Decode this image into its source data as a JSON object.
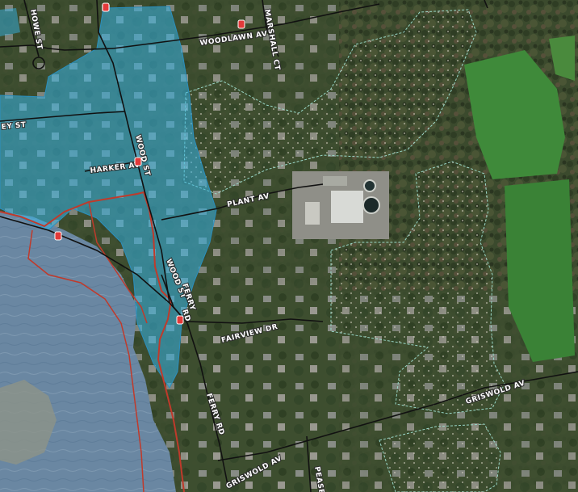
{
  "map": {
    "street_labels": [
      {
        "key": "howe",
        "text": "HOWE ST"
      },
      {
        "key": "woodlawn",
        "text": "WOODLAWN AV"
      },
      {
        "key": "marshall",
        "text": "MARSHALL CT"
      },
      {
        "key": "ey",
        "text": "EY ST"
      },
      {
        "key": "harker",
        "text": "HARKER AV"
      },
      {
        "key": "wood_vert",
        "text": "WOOD ST"
      },
      {
        "key": "plant",
        "text": "PLANT AV"
      },
      {
        "key": "wood_lower",
        "text": "WOOD ST"
      },
      {
        "key": "ferry_top",
        "text": "FERRY"
      },
      {
        "key": "ferry_rd",
        "text": "RD"
      },
      {
        "key": "fairview",
        "text": "FAIRVIEW DR"
      },
      {
        "key": "ferry_vert",
        "text": "FERRY RD"
      },
      {
        "key": "griswold_right",
        "text": "GRISWOLD AV"
      },
      {
        "key": "griswold_left",
        "text": "GRISWOLD AV"
      },
      {
        "key": "pease",
        "text": "PEASE"
      }
    ],
    "colors": {
      "flood_zone_fill": "#36b4e6",
      "flood_zone_border": "#c03a2b",
      "wetland_border": "#9ad8c8",
      "road": "#111111",
      "land": "#3a4a2c",
      "field": "#3f8a3a",
      "water": "#6a87a2"
    },
    "icons": [
      "fire-hydrant-icon"
    ]
  }
}
